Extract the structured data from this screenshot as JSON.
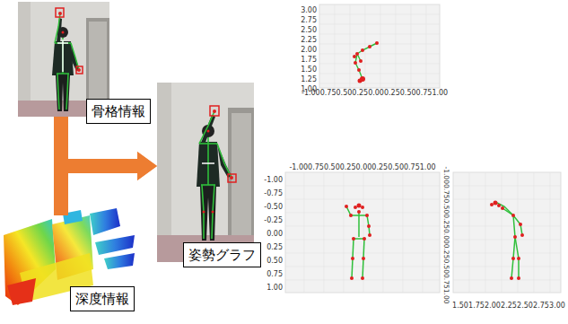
{
  "diagram": {
    "nodes": [
      {
        "text": [
          "骨格情報"
        ]
      },
      {
        "text": [
          "深度情報"
        ]
      },
      {
        "text": [
          "姿勢グラフ"
        ]
      }
    ],
    "edges": [
      {
        "from": 0,
        "to": 2,
        "arrow": "to"
      },
      {
        "from": 1,
        "to": 2,
        "arrow": "to"
      }
    ],
    "labels": [
      "3.00",
      "2.75",
      "2.50",
      "2.25",
      "2.00",
      "1.75",
      "1.50",
      "1.25",
      "1.00",
      "-1.000.750.500.250.000.250.500.751.00",
      "-1.000.750.500.250.000.250.500.751.00",
      "-1.00",
      "-0.75",
      "-0.50",
      "-0.25",
      "0.00",
      "0.25",
      "0.50",
      "0.75",
      "1.00",
      "-1.000.750.500.250.000.250.500.751.00",
      "1.50",
      "1.75",
      "2.00",
      "2.25",
      "2.50",
      "2.75",
      "3.00"
    ]
  }
}
